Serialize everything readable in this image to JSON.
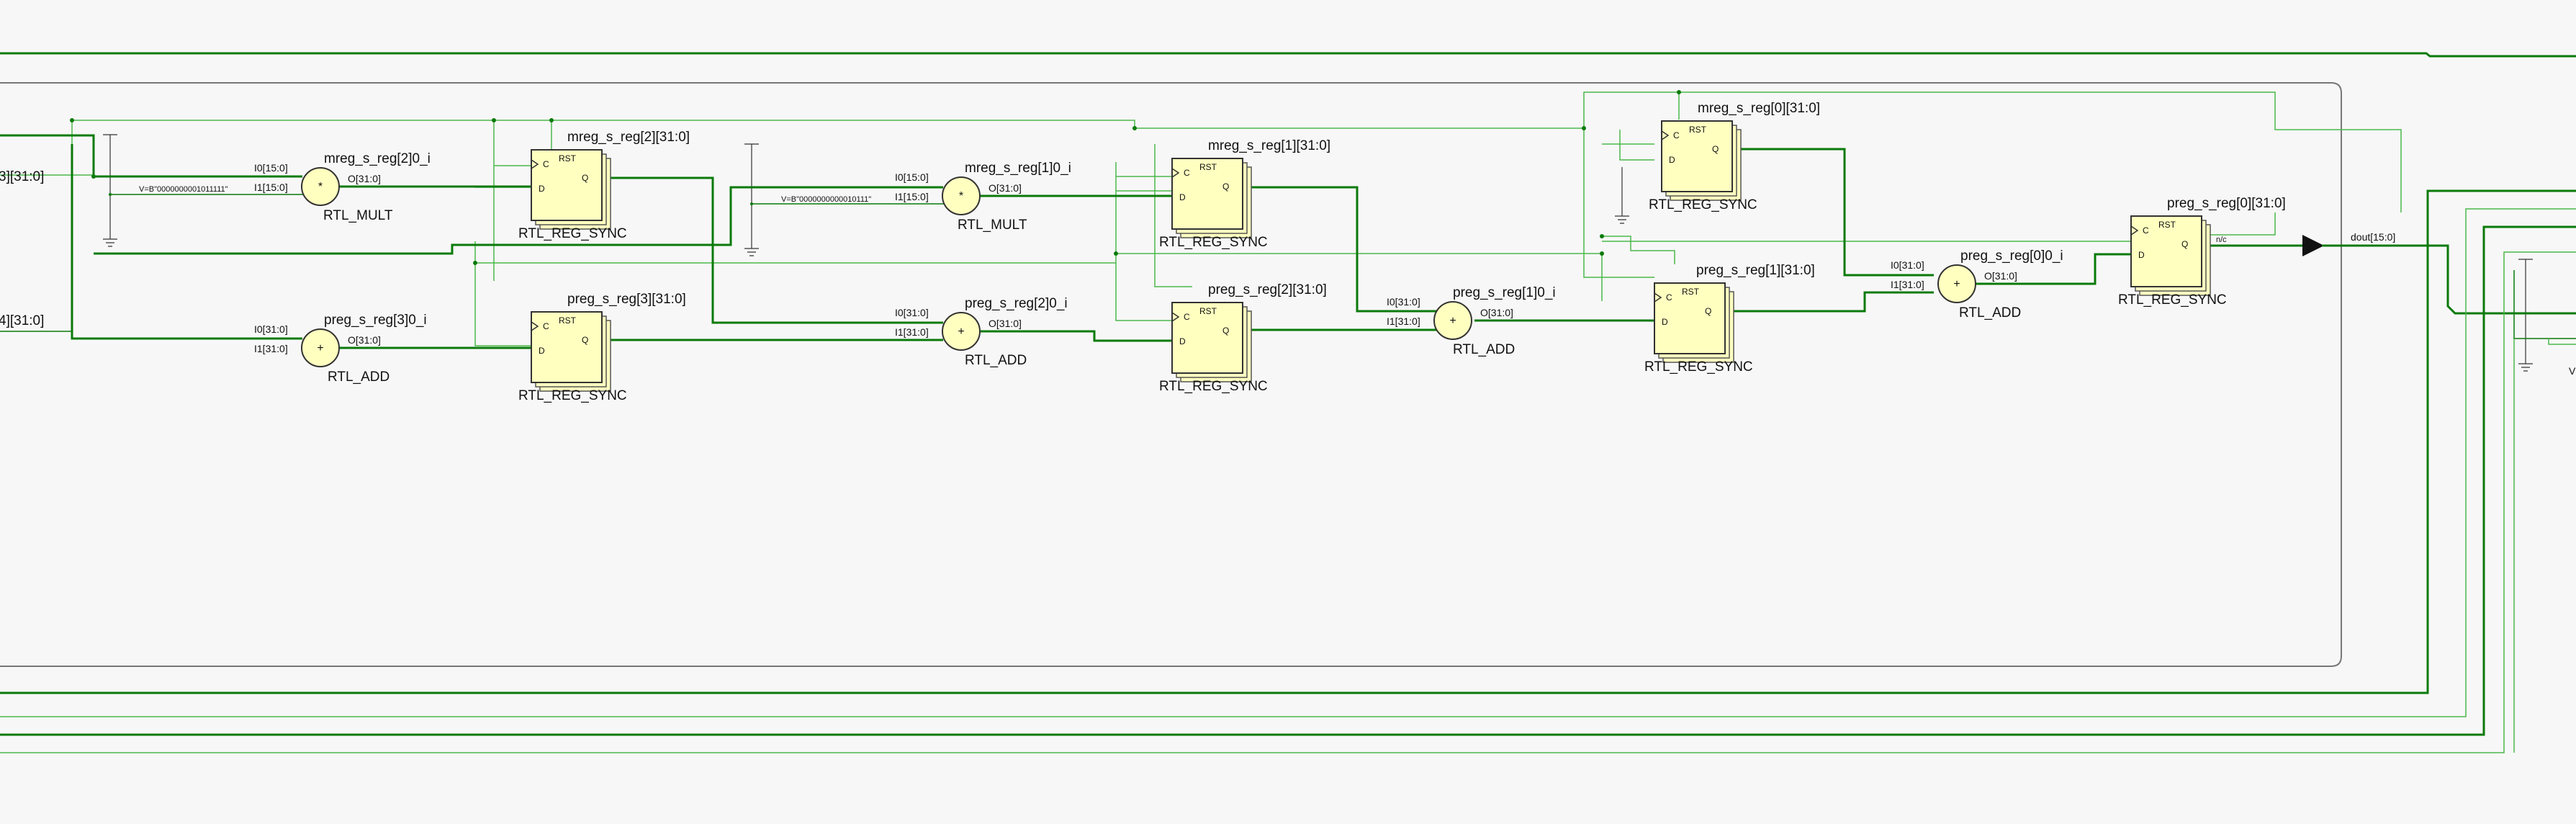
{
  "schematic": {
    "cells": [
      {
        "id": "mreg3",
        "name": "mreg_s_reg[2][31:0]",
        "type": "RTL_REG_SYNC"
      },
      {
        "id": "preg3",
        "name": "preg_s_reg[3][31:0]",
        "type": "RTL_REG_SYNC"
      },
      {
        "id": "mreg1",
        "name": "mreg_s_reg[1][31:0]",
        "type": "RTL_REG_SYNC"
      },
      {
        "id": "preg2",
        "name": "preg_s_reg[2][31:0]",
        "type": "RTL_REG_SYNC"
      },
      {
        "id": "mreg0",
        "name": "mreg_s_reg[0][31:0]",
        "type": "RTL_REG_SYNC"
      },
      {
        "id": "preg1",
        "name": "preg_s_reg[1][31:0]",
        "type": "RTL_REG_SYNC"
      },
      {
        "id": "preg0",
        "name": "preg_s_reg[0][31:0]",
        "type": "RTL_REG_SYNC"
      }
    ],
    "ops": [
      {
        "id": "mult2",
        "name": "mreg_s_reg[2]0_i",
        "type": "RTL_MULT",
        "symbol": "*",
        "in0": "I0[15:0]",
        "in1": "I1[15:0]",
        "out": "O[31:0]"
      },
      {
        "id": "add3",
        "name": "preg_s_reg[3]0_i",
        "type": "RTL_ADD",
        "symbol": "+",
        "in0": "I0[31:0]",
        "in1": "I1[31:0]",
        "out": "O[31:0]"
      },
      {
        "id": "mult1",
        "name": "mreg_s_reg[1]0_i",
        "type": "RTL_MULT",
        "symbol": "*",
        "in0": "I0[15:0]",
        "in1": "I1[15:0]",
        "out": "O[31:0]"
      },
      {
        "id": "add2",
        "name": "preg_s_reg[2]0_i",
        "type": "RTL_ADD",
        "symbol": "+",
        "in0": "I0[31:0]",
        "in1": "I1[31:0]",
        "out": "O[31:0]"
      },
      {
        "id": "add1",
        "name": "preg_s_reg[1]0_i",
        "type": "RTL_ADD",
        "symbol": "+",
        "in0": "I0[31:0]",
        "in1": "I1[31:0]",
        "out": "O[31:0]"
      },
      {
        "id": "add0",
        "name": "preg_s_reg[0]0_i",
        "type": "RTL_ADD",
        "symbol": "+",
        "in0": "I0[31:0]",
        "in1": "I1[31:0]",
        "out": "O[31:0]"
      }
    ],
    "reg_pins": {
      "rst": "RST",
      "clk": "C",
      "d": "D",
      "q": "Q"
    },
    "constants": [
      "V=B\"0000000001011111\"",
      "V=B\"0000000000010111\""
    ],
    "partial_labels": [
      "3][31:0]",
      "4][31:0]"
    ],
    "nc_label": "n/c",
    "output_port": "dout[15:0]",
    "right_edge_partial": "V",
    "colors": {
      "wire": "#0a7a0a",
      "wire_light": "#4cb84c",
      "cell_fill": "#ffffc0",
      "cell_stroke": "#333333",
      "background": "#f7f7f7"
    }
  }
}
